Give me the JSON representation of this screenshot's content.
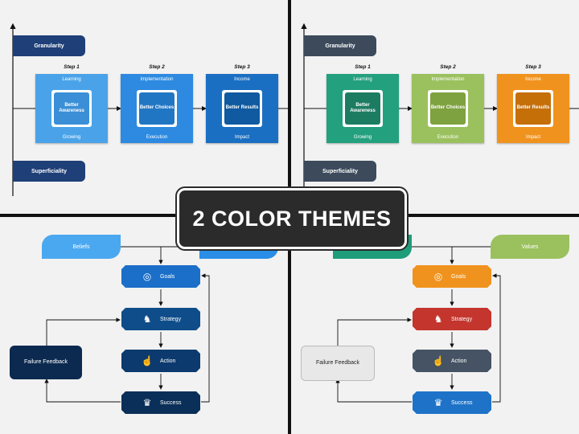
{
  "banner": "2 COLOR THEMES",
  "top": {
    "granularity": "Granularity",
    "superficiality": "Superficiality",
    "steps": [
      {
        "label": "Step 1",
        "top": "Learning",
        "inner": "Better Awareness",
        "bottom": "Growing"
      },
      {
        "label": "Step 2",
        "top": "Implementation",
        "inner": "Better Choices",
        "bottom": "Execution"
      },
      {
        "label": "Step 3",
        "top": "Income",
        "inner": "Better Results",
        "bottom": "Impact"
      }
    ]
  },
  "bottom": {
    "beliefs": "Beliefs",
    "values": "Values",
    "goals": "Goals",
    "strategy": "Strategy",
    "action": "Action",
    "success": "Success",
    "failure": "Failure Feedback"
  },
  "colors": {
    "blue_theme": {
      "tag": "#1e3f77",
      "sq1": "#4aa3e8",
      "sq2": "#2d8ae0",
      "sq3": "#1a6fc2",
      "inner1": "#3a8fd6",
      "inner2": "#2176c4",
      "inner3": "#0f5aa0",
      "beliefs": "#4aa8f0",
      "values": "#2b8ee6",
      "goals": "#1b6fc8",
      "strategy": "#0f4d8a",
      "action": "#0c3a6e",
      "success": "#0a2f58",
      "failure": "#0c2a50"
    },
    "multi_theme": {
      "tag": "#3c4a5c",
      "sq1": "#23a07e",
      "sq2": "#9bc15e",
      "sq3": "#f0931e",
      "inner1": "#1c7c62",
      "inner2": "#7ea23f",
      "inner3": "#c56f08",
      "beliefs": "#1f9c7a",
      "values": "#9bc15e",
      "goals": "#f0931e",
      "strategy": "#c4352e",
      "action": "#455364",
      "success": "#1e73c8",
      "failure": "#e8e8e8"
    }
  }
}
